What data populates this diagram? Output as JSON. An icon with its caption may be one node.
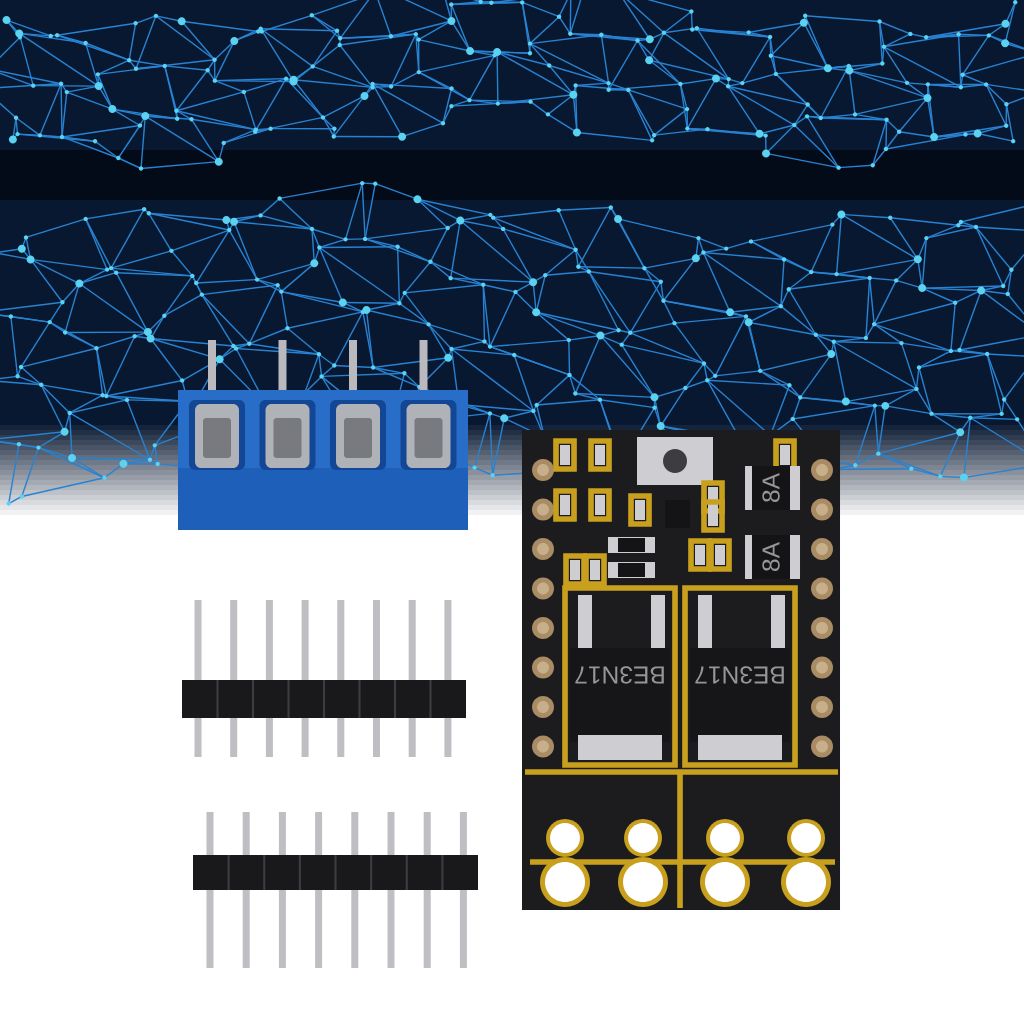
{
  "diagram": {
    "labels": [
      "8A",
      "8A",
      "BE3N17",
      "BE3N17"
    ]
  }
}
